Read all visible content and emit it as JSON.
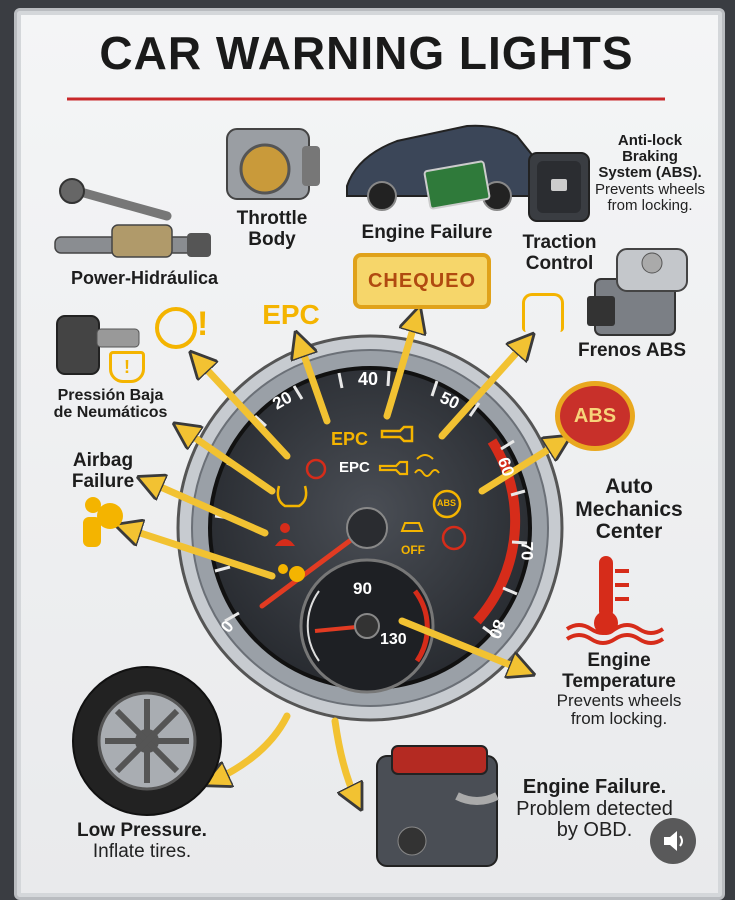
{
  "title": "CAR WARNING LIGHTS",
  "labels": {
    "power": "Power-Hidráulica",
    "throttle_1": "Throttle",
    "throttle_2": "Body",
    "engine_failure_top": "Engine Failure",
    "abs_1": "Anti-lock",
    "abs_2": "Braking",
    "abs_3": "System (ABS).",
    "abs_4": "Prevents wheels",
    "abs_5": "from locking.",
    "traction_1": "Traction",
    "traction_2": "Control",
    "frenos": "Frenos ABS",
    "tire_1": "Pressión Baja",
    "tire_2": "de Neumáticos",
    "airbag_1": "Airbag",
    "airbag_2": "Failure",
    "amc_1": "Auto",
    "amc_2": "Mechanics",
    "amc_3": "Center",
    "temp_1": "Engine",
    "temp_2": "Temperature",
    "temp_3": "Prevents wheels",
    "temp_4": "from locking.",
    "low_1": "Low Pressure.",
    "low_2": "Inflate tires.",
    "engine_bottom_1": "Engine Failure.",
    "engine_bottom_2": "Problem detected",
    "engine_bottom_3": "by OBD."
  },
  "icons": {
    "chequeo": "CHEQUEO",
    "epc": "EPC",
    "abs": "ABS",
    "abs_small": "ABS",
    "epc_dash_yellow": "EPC",
    "epc_dash_white": "EPC",
    "off": "OFF"
  },
  "gauge": {
    "ticks": [
      "0",
      "20",
      "40",
      "50",
      "60",
      "70",
      "80"
    ],
    "sub_ticks": [
      "90",
      "130"
    ]
  },
  "colors": {
    "arrow": "#f2c232",
    "warning_yellow": "#f4b400",
    "warning_red": "#d62c1a",
    "title_underline": "#c8282a"
  }
}
